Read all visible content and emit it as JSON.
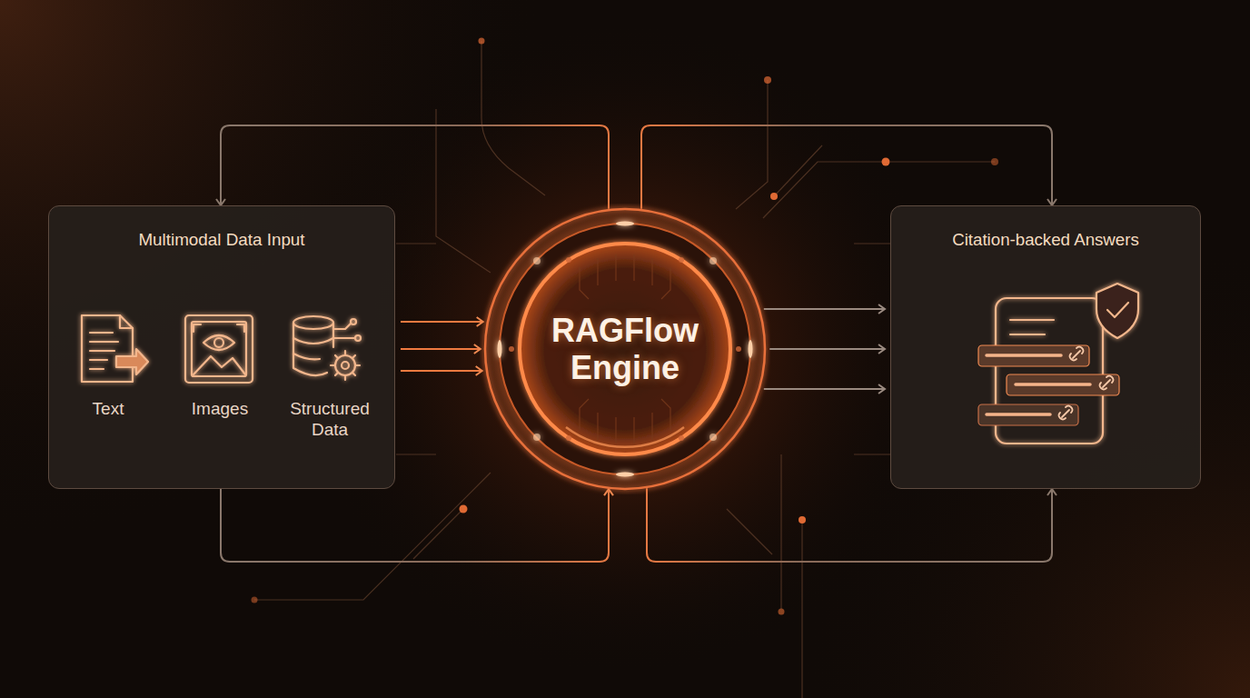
{
  "diagram": {
    "nodes": [
      {
        "text": [
          "Multimodal Data Input",
          "Text",
          "Images",
          "Structured Data"
        ]
      },
      {
        "text": [
          "RAGFlow Engine"
        ]
      },
      {
        "text": [
          "Citation-backed Answers"
        ]
      }
    ],
    "edges": [
      {
        "from": 0,
        "to": 1,
        "arrow": "to"
      },
      {
        "from": 1,
        "to": 2,
        "arrow": "to"
      },
      {
        "from": 1,
        "to": 0,
        "arrow": "to"
      },
      {
        "from": 1,
        "to": 2,
        "arrow": "to"
      },
      {
        "from": 0,
        "to": 1,
        "arrow": "to"
      },
      {
        "from": 1,
        "to": 2,
        "arrow": "to"
      }
    ]
  }
}
